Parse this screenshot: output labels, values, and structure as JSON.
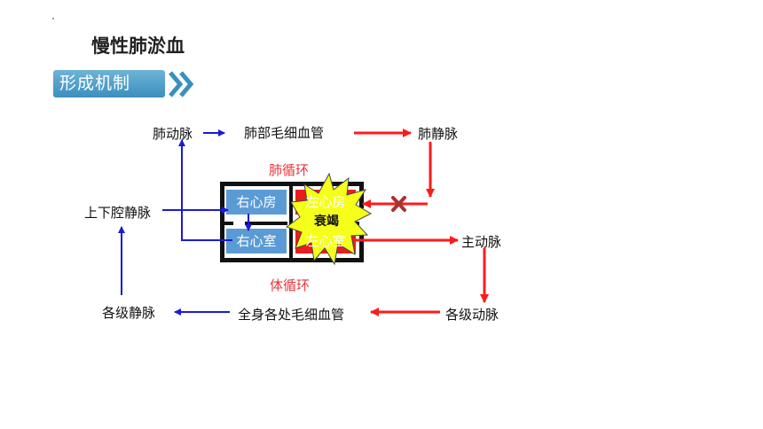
{
  "slide": {
    "title": "慢性肺淤血",
    "section_label": "形成机制"
  },
  "diagram": {
    "nodes": {
      "pulmonary_artery": "肺动脉",
      "pulmonary_capillaries": "肺部毛细血管",
      "pulmonary_vein": "肺静脉",
      "vena_cava": "上下腔静脉",
      "aorta": "主动脉",
      "systemic_veins": "各级静脉",
      "systemic_capillaries": "全身各处毛细血管",
      "systemic_arteries": "各级动脉"
    },
    "circulation_labels": {
      "pulmonary": "肺循环",
      "systemic": "体循环"
    },
    "heart": {
      "right_atrium": "右心房",
      "right_ventricle": "右心室",
      "left_atrium": "左心房",
      "left_ventricle": "左心室"
    },
    "failure_burst": "衰竭",
    "colors": {
      "venous_arrow": "#1a1ad6",
      "arterial_arrow": "#ff1a1a",
      "right_heart_box": "#5b9bd5",
      "left_heart_box": "#e81e1e",
      "burst_fill": "#f5ff1a",
      "block_mark": "#a83232"
    }
  }
}
